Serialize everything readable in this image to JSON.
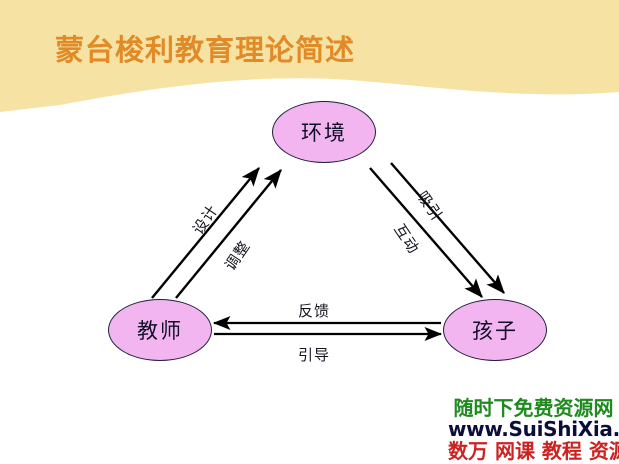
{
  "slide": {
    "title": "蒙台梭利教育理论简述",
    "title_color": "#e08a28",
    "banner_color": "#f6e3a4",
    "background": "#ffffff"
  },
  "diagram": {
    "node_fill": "#f3b5ef",
    "node_border": "#1f1f3d",
    "nodes": [
      {
        "id": "environment",
        "label": "环境"
      },
      {
        "id": "teacher",
        "label": "教师"
      },
      {
        "id": "child",
        "label": "孩子"
      }
    ],
    "edges": [
      {
        "id": "teacher-to-environment-design",
        "label": "设计",
        "from": "teacher",
        "to": "environment"
      },
      {
        "id": "teacher-to-environment-adjust",
        "label": "调整",
        "from": "teacher",
        "to": "environment"
      },
      {
        "id": "environment-to-child-attract",
        "label": "吸引",
        "from": "environment",
        "to": "child"
      },
      {
        "id": "environment-to-child-interact",
        "label": "互动",
        "from": "environment",
        "to": "child"
      },
      {
        "id": "child-to-teacher-feedback",
        "label": "反馈",
        "from": "child",
        "to": "teacher"
      },
      {
        "id": "teacher-to-child-guide",
        "label": "引导",
        "from": "teacher",
        "to": "child"
      }
    ]
  },
  "watermark": {
    "line1": "随时下免费资源网",
    "line1_color": "#1f8a1f",
    "line2": "www.SuiShiXia.com",
    "line2_color": "#0d0d3a",
    "line3": "数万 网课 教程 资源",
    "line3_color": "#cc2222"
  }
}
